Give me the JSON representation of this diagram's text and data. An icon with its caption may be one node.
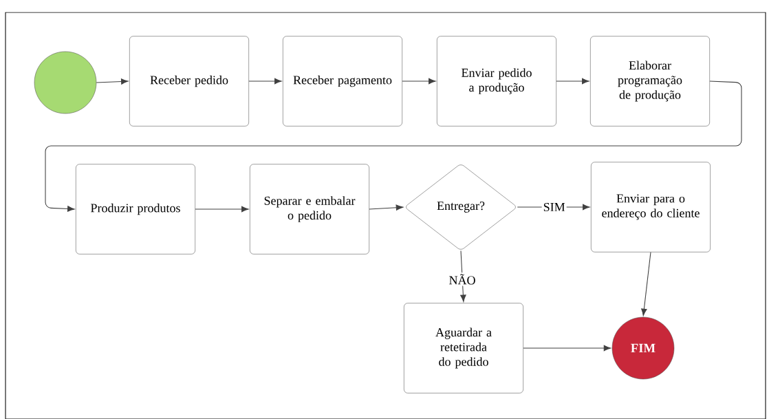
{
  "diagram": {
    "nodes": [
      {
        "text": [],
        "shape": "circle"
      },
      {
        "text": [
          "Receber pedido"
        ]
      },
      {
        "text": [
          "Receber pagamento"
        ]
      },
      {
        "text": [
          "Enviar pedido a produção"
        ]
      },
      {
        "text": [
          "Elaborar programação de produção"
        ]
      },
      {
        "text": [
          "Produzir produtos"
        ]
      },
      {
        "text": [
          "Separar e embalar o pedido"
        ]
      },
      {
        "text": [
          "Entregar?"
        ]
      },
      {
        "text": [
          "Enviar para o endereço do cliente"
        ]
      },
      {
        "text": [
          "Aguardar a retetirada do pedido"
        ]
      },
      {
        "text": [
          "FIM"
        ]
      }
    ],
    "edges": [
      {
        "from": 0,
        "to": 1,
        "arrow": "to"
      },
      {
        "from": 1,
        "to": 2,
        "arrow": "to"
      },
      {
        "from": 2,
        "to": 3,
        "arrow": "to"
      },
      {
        "from": 3,
        "to": 4,
        "arrow": "to"
      },
      {
        "from": 4,
        "to": 5,
        "arrow": "to"
      },
      {
        "from": 5,
        "to": 6,
        "arrow": "to"
      },
      {
        "from": 6,
        "to": 7,
        "arrow": "to"
      },
      {
        "from": 7,
        "to": 8,
        "arrow": "to",
        "label": "SIM"
      },
      {
        "from": 7,
        "to": 9,
        "arrow": "to",
        "label": "NÃO"
      },
      {
        "from": 9,
        "to": 10,
        "arrow": "to"
      },
      {
        "from": 8,
        "to": 10,
        "arrow": "to"
      }
    ]
  }
}
